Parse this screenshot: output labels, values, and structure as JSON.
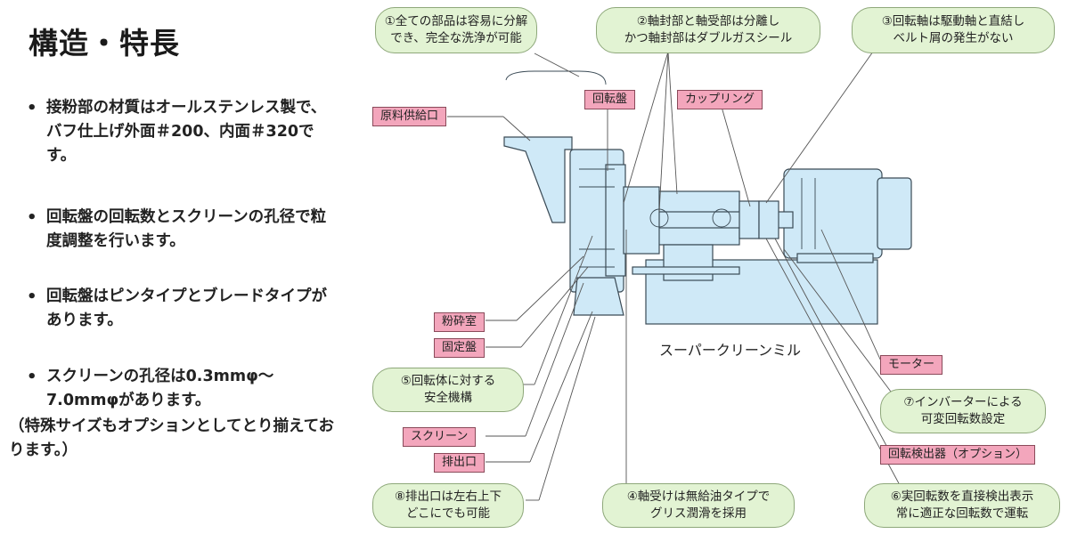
{
  "title": "構造・特長",
  "features": [
    "接粉部の材質はオールステンレス製で、バフ仕上げ外面＃200、内面＃320です。",
    "回転盤の回転数とスクリーンの孔径で粒度調整を行います。",
    "回転盤はピンタイプとブレードタイプがあります。",
    "スクリーンの孔径は0.3mmφ～7.0mmφがあります。"
  ],
  "feature_note": "（特殊サイズもオプションとしてとり揃えております。）",
  "callouts": {
    "c1": "①全ての部品は容易に分解\nでき、完全な洗浄が可能",
    "c2": "②軸封部と軸受部は分離し\nかつ軸封部はダブルガスシール",
    "c3": "③回転軸は駆動軸と直結し\nベルト屑の発生がない",
    "c4": "④軸受けは無給油タイプで\nグリス潤滑を採用",
    "c5": "⑤回転体に対する\n安全機構",
    "c6": "⑥実回転数を直接検出表示\n常に適正な回転数で運転",
    "c7": "⑦インバーターによる\n可変回転数設定",
    "c8": "⑧排出口は左右上下\nどこにでも可能"
  },
  "tags": {
    "feed_port": "原料供給口",
    "rotor": "回転盤",
    "coupling": "カップリング",
    "grinding_chamber": "粉砕室",
    "stator": "固定盤",
    "screen": "スクリーン",
    "discharge": "排出口",
    "motor": "モーター",
    "rpm_detector": "回転検出器（オプション）"
  },
  "product_name": "スーパークリーンミル",
  "colors": {
    "callout_fill": "#e2f3d3",
    "tag_fill": "#f3a6bc",
    "machine_fill": "#cfe9f7",
    "machine_stroke": "#3a4a55"
  }
}
